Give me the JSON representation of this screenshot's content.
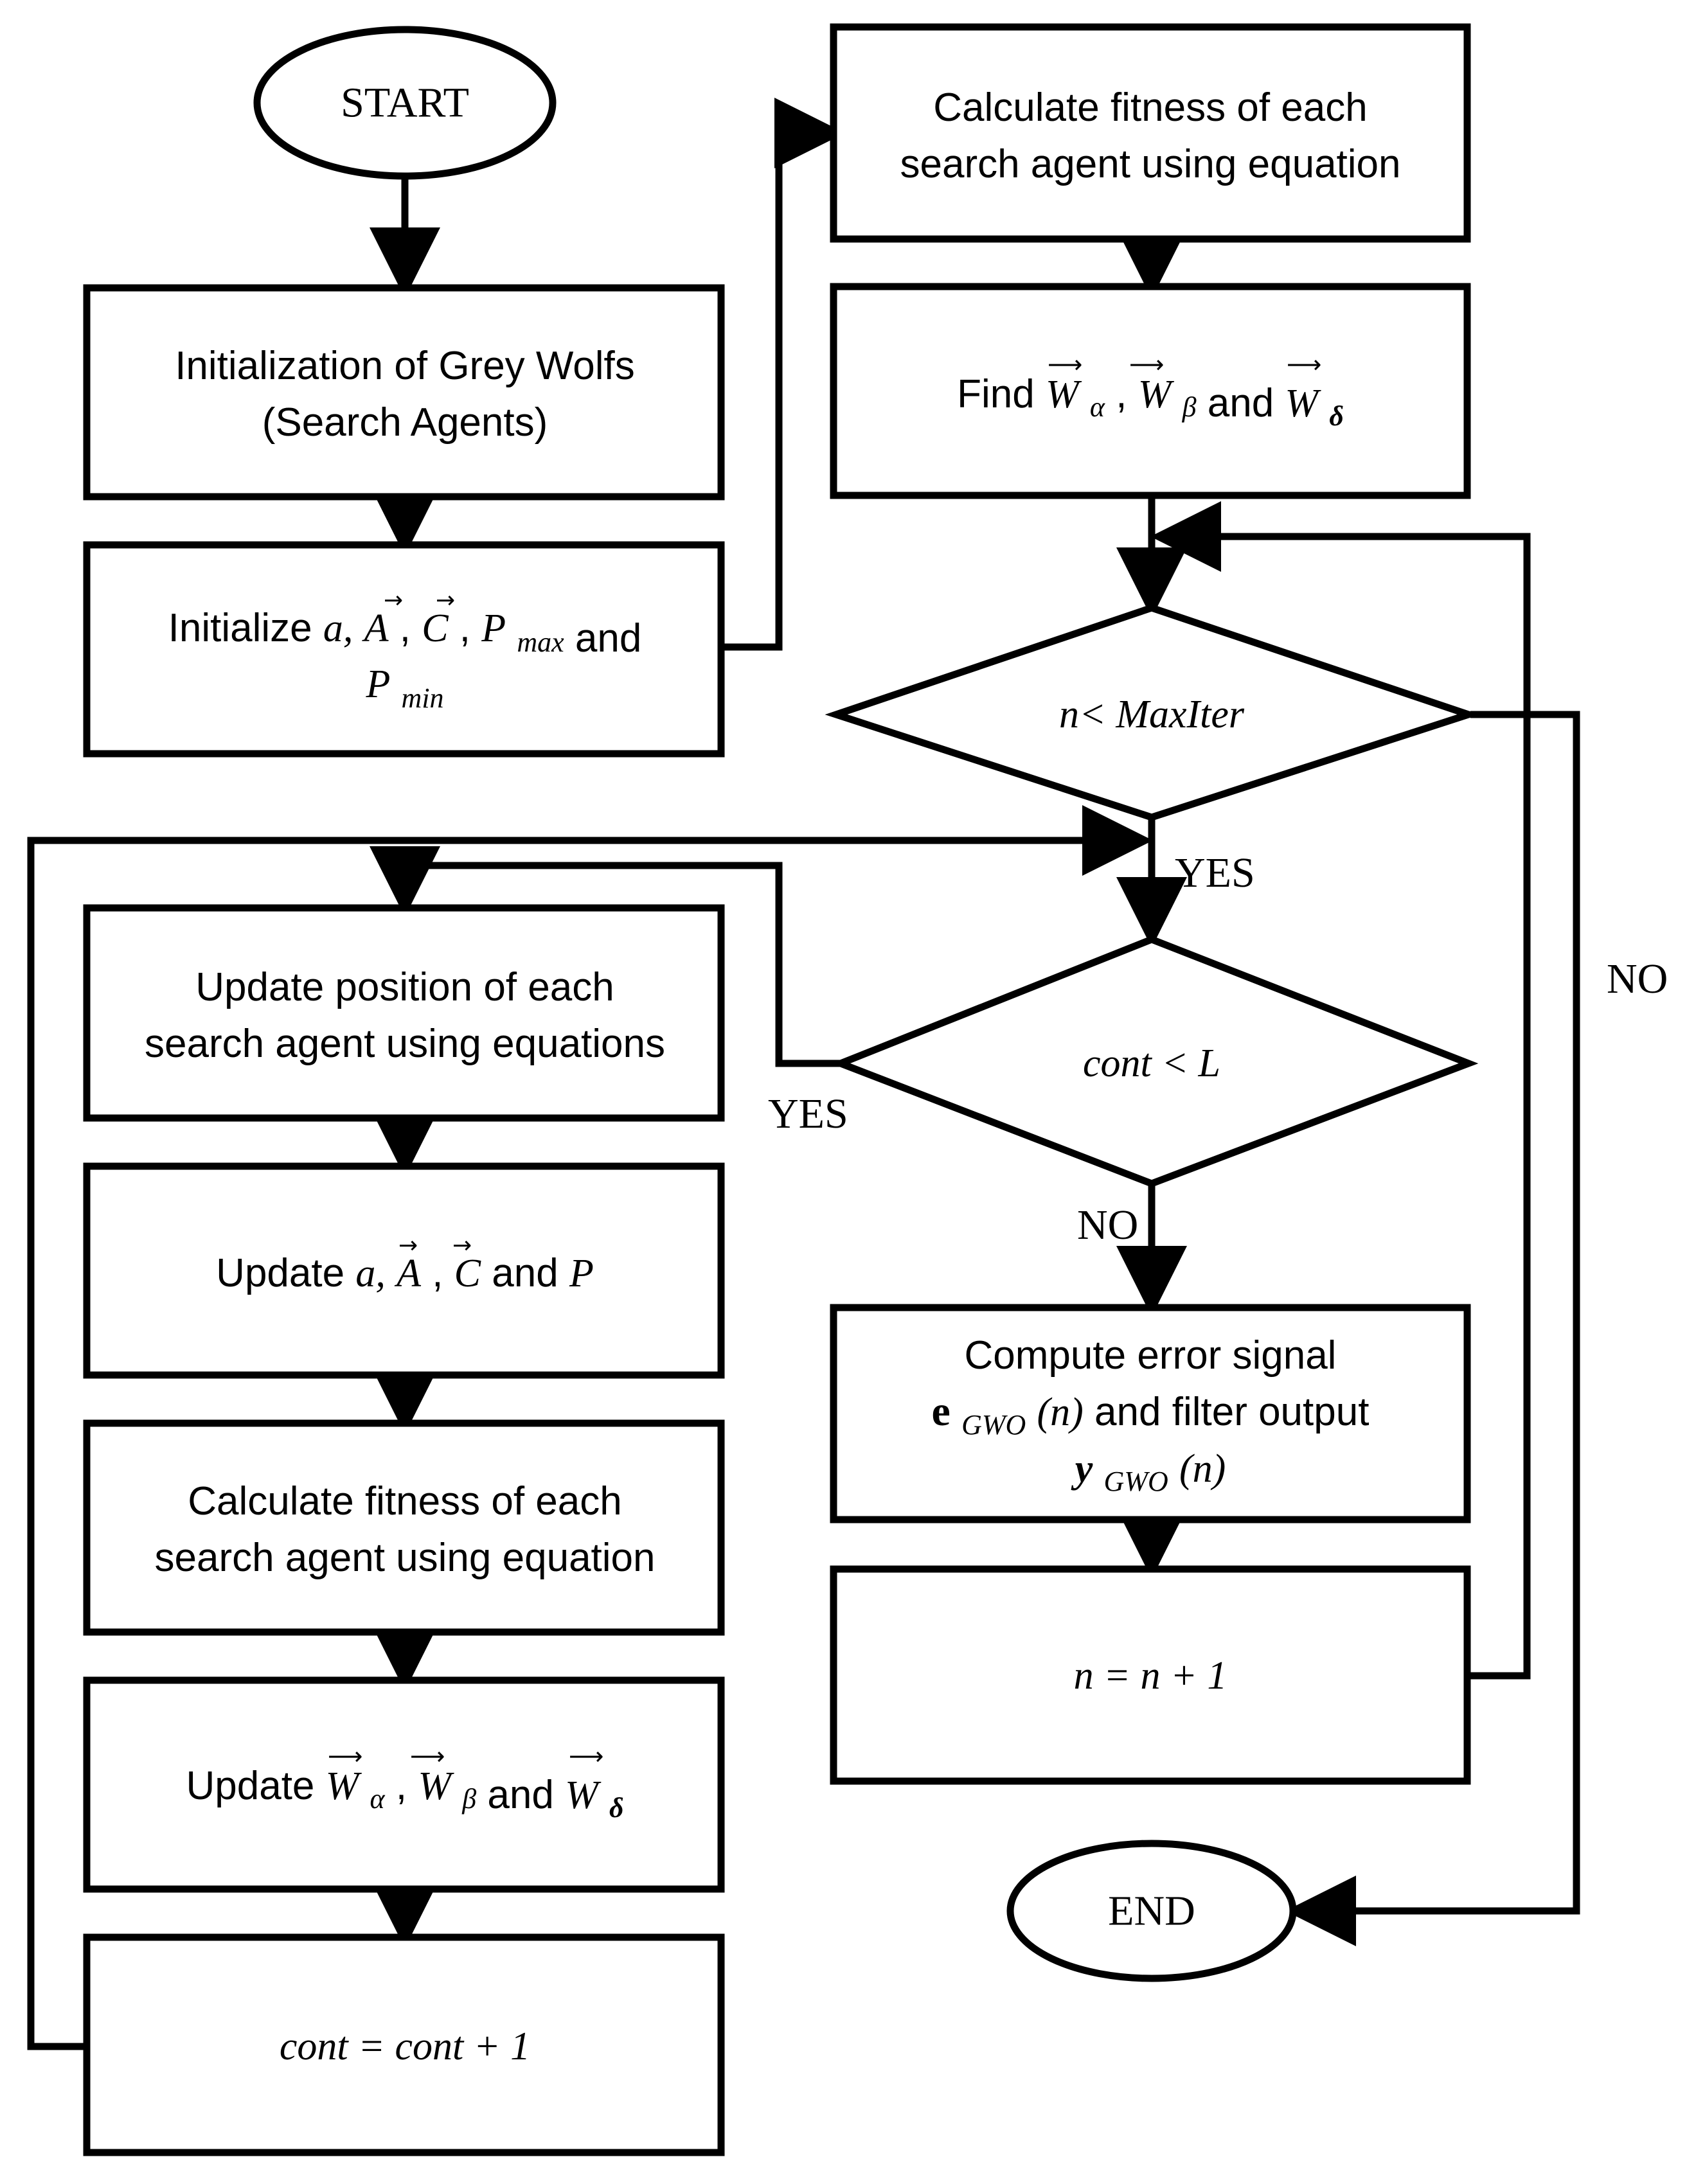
{
  "nodes": {
    "start": "START",
    "end": "END",
    "init_wolves": [
      "Initialization of Grey Wolfs",
      "(Search Agents)"
    ],
    "init_params": {
      "prefix": "Initialize",
      "a": "a,",
      "A": "A",
      "C": "C",
      "comma": ",",
      "P": "P",
      "max_sub": "max",
      "and": "and",
      "min_sub": "min"
    },
    "calc_fitness_1": [
      "Calculate fitness of each",
      "search agent using equation"
    ],
    "find_w": {
      "prefix": "Find",
      "W": "W",
      "alpha_sub": "α",
      "beta_sub": "β",
      "delta_sub": "δ",
      "comma": ",",
      "and": "and"
    },
    "decision_maxiter": "n< MaxIter",
    "decision_cont": "cont < L",
    "update_position": [
      "Update position of each",
      "search agent using equations"
    ],
    "update_params": {
      "prefix": "Update",
      "a": "a,",
      "A": "A",
      "C": "C",
      "comma": ",",
      "and": "and",
      "P": "P"
    },
    "calc_fitness_2": [
      "Calculate fitness of each",
      "search agent using equation"
    ],
    "update_w": {
      "prefix": "Update",
      "W": "W",
      "alpha_sub": "α",
      "beta_sub": "β",
      "delta_sub": "δ",
      "comma": ",",
      "and": "and"
    },
    "cont_increment": "cont = cont + 1",
    "compute_error": {
      "line1": "Compute error signal",
      "e": "e",
      "gwo_sub": "GWO",
      "n_arg": "(n)",
      "and_filter": "and filter output",
      "y": "y"
    },
    "n_increment": "n = n + 1"
  },
  "edge_labels": {
    "yes_maxiter": "YES",
    "no_maxiter": "NO",
    "yes_cont": "YES",
    "no_cont": "NO"
  }
}
